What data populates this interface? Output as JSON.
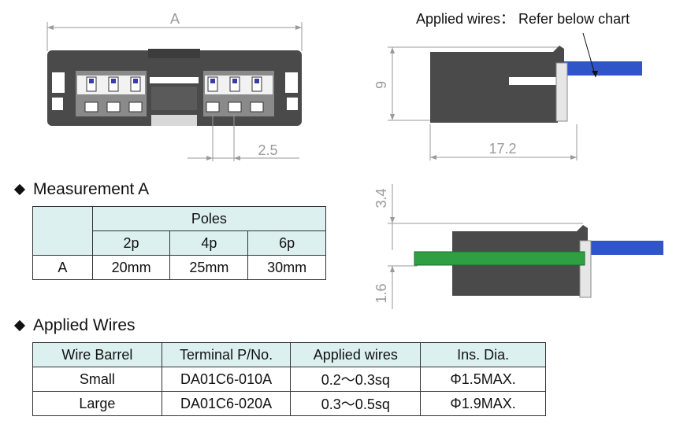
{
  "drawing": {
    "dim_a_label": "A",
    "dim_pitch_label": "2.5",
    "dim_height_label": "9",
    "dim_length_label": "17.2",
    "dim_top_label": "3.4",
    "dim_bottom_label": "1.6",
    "callout": "Applied  wires： Refer below chart",
    "colors": {
      "body": "#4a4a4a",
      "wire": "#2f55c8",
      "pcb": "#2ea043",
      "dim": "#9a9a9a"
    }
  },
  "measurement": {
    "title": "Measurement A",
    "poles_header": "Poles",
    "columns": [
      "2p",
      "4p",
      "6p"
    ],
    "row_label": "A",
    "values": [
      "20mm",
      "25mm",
      "30mm"
    ]
  },
  "wires": {
    "title": "Applied Wires",
    "headers": [
      "Wire Barrel",
      "Terminal P/No.",
      "Applied wires",
      "Ins. Dia."
    ],
    "rows": [
      [
        "Small",
        "DA01C6-010A",
        "0.2～0.3sq",
        "Φ1.5MAX."
      ],
      [
        "Large",
        "DA01C6-020A",
        "0.3～0.5sq",
        "Φ1.9MAX."
      ]
    ]
  }
}
